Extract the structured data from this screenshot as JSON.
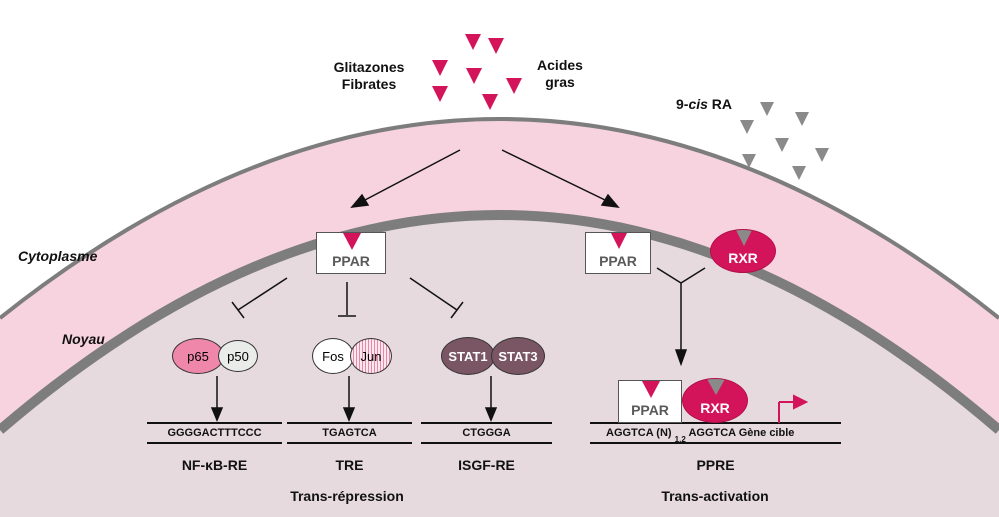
{
  "ligands": {
    "left_line1": "Glitazones",
    "left_line2": "Fibrates",
    "right_line1": "Acides",
    "right_line2": "gras",
    "ra_prefix": "9-",
    "ra_italic": "cis",
    "ra_suffix": " RA"
  },
  "regions": {
    "cytoplasm": "Cytoplasme",
    "nucleus": "Noyau"
  },
  "receptors": {
    "ppar_left": "PPAR",
    "ppar_right": "PPAR",
    "rxr": "RXR",
    "ppar_bound": "PPAR",
    "rxr_bound": "RXR"
  },
  "transrepression": {
    "complexes": [
      {
        "a": "p65",
        "b": "p50",
        "sequence": "GGGGACTTTCCC",
        "element": "NF-κB-RE"
      },
      {
        "a": "Fos",
        "b": "Jun",
        "sequence": "TGAGTCA",
        "element": "TRE"
      },
      {
        "a": "STAT1",
        "b": "STAT3",
        "sequence": "CTGGGA",
        "element": "ISGF-RE"
      }
    ],
    "title": "Trans-répression"
  },
  "transactivation": {
    "sequence_a": "AGGTCA (N)",
    "sequence_sub": "1,2",
    "sequence_b": "AGGTCA Gène cible",
    "element": "PPRE",
    "title": "Trans-activation"
  },
  "colors": {
    "cytoplasm": "#f7d3df",
    "nucleus": "#e6dade",
    "membrane": "#7d7d7d",
    "magenta": "#d4145a",
    "grey_ligand": "#8a8a8a",
    "stat": "#7a5563",
    "p65": "#ee87a9"
  }
}
